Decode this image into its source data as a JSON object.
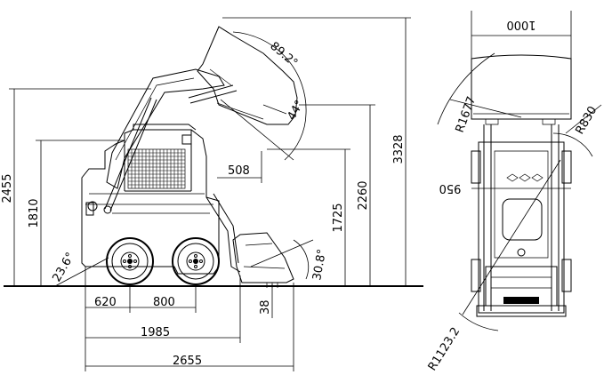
{
  "side_view": {
    "overall_height": "3328",
    "height_2455": "2455",
    "height_1810": "1810",
    "height_2260": "2260",
    "height_1725": "1725",
    "reach_508": "508",
    "lift_angle": "89.2°",
    "dump_angle": "44°",
    "departure_angle": "23.6°",
    "bucket_angle": "30.8°",
    "front_overhang": "620",
    "wheelbase": "800",
    "ground_clearance": "38",
    "length_no_bucket": "1985",
    "overall_length": "2655"
  },
  "top_view": {
    "bucket_width": "1000",
    "width_950": "950",
    "radius_r1677": "R1677",
    "radius_r830": "R830",
    "radius_r1123": "R1123.2"
  }
}
